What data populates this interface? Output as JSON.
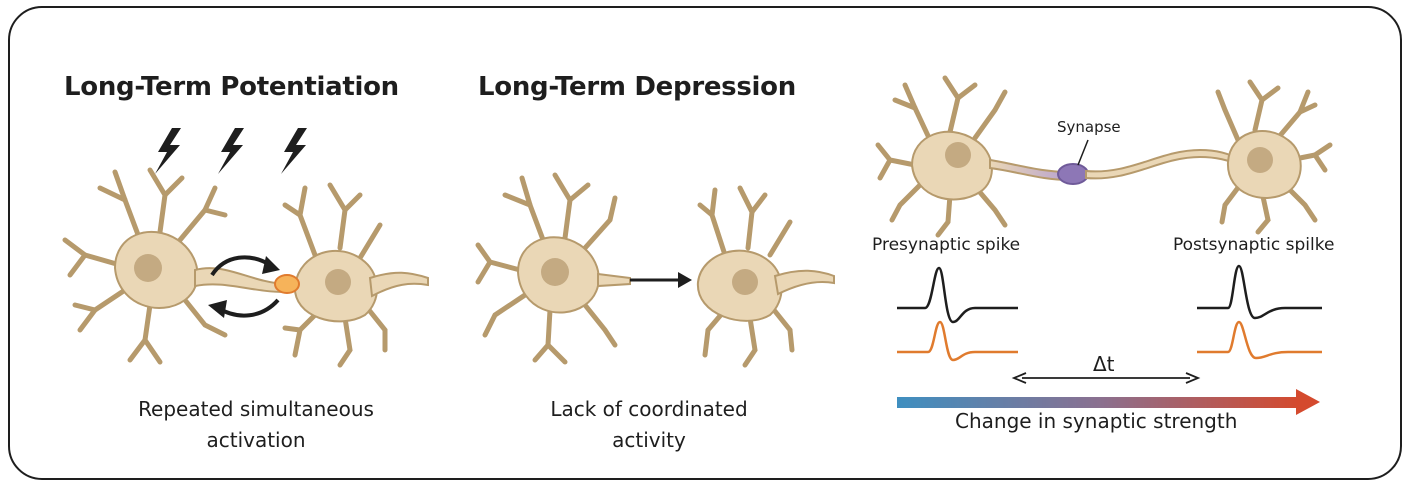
{
  "ltp": {
    "title": "Long-Term Potentiation",
    "caption_line1": "Repeated simultaneous",
    "caption_line2": "activation"
  },
  "ltd": {
    "title": "Long-Term Depression",
    "caption_line1": "Lack of coordinated",
    "caption_line2": "activity"
  },
  "stdp": {
    "synapse_label": "Synapse",
    "pre_label": "Presynaptic spike",
    "post_label": "Postsynaptic spilke",
    "delta_label": "Δt",
    "strength_label": "Change in synaptic strength"
  },
  "colors": {
    "neuron_fill": "#ead7b6",
    "neuron_stroke": "#b69a6c",
    "nucleus": "#c4aa82",
    "spike_black": "#1e1e1e",
    "spike_orange": "#e07b2e",
    "synapse_orange": "#f6b35a",
    "synapse_purple": "#8d77b6",
    "gradient_start": "#3f8fc0",
    "gradient_end": "#d44a2e"
  },
  "icons": [
    "lightning-bolt-icon",
    "curved-arrow-icon",
    "straight-arrow-icon",
    "double-arrow-icon"
  ]
}
